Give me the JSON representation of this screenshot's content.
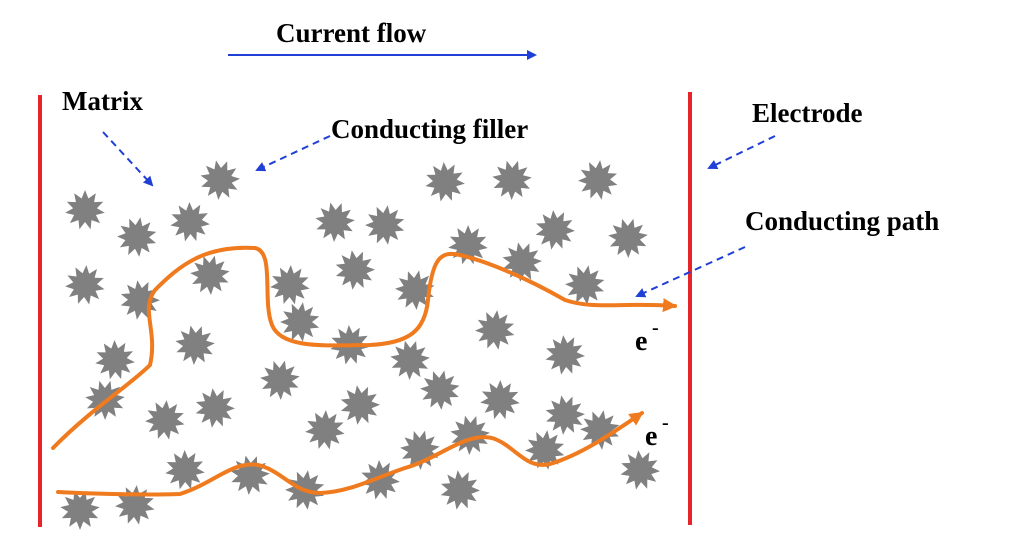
{
  "labels": {
    "current_flow": "Current flow",
    "matrix": "Matrix",
    "conducting_filler": "Conducting filler",
    "electrode": "Electrode",
    "conducting_path": "Conducting path",
    "electron_base": "e",
    "electron_sup": "-"
  },
  "colors": {
    "electrode": "#e8242b",
    "path": "#f07a1e",
    "filler": "#808080",
    "current_arrow": "#1f3fd6",
    "pointer_arrow": "#1f3fd6",
    "text": "#000000"
  },
  "icons": {
    "filler": "spiky-particle-icon"
  }
}
